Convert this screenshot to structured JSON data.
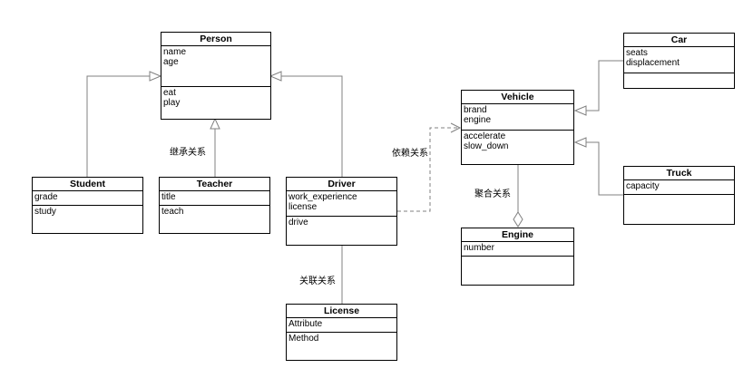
{
  "classes": {
    "person": {
      "name": "Person",
      "attributes": [
        "name",
        "age"
      ],
      "methods": [
        "eat",
        "play"
      ]
    },
    "student": {
      "name": "Student",
      "attributes": [
        "grade"
      ],
      "methods": [
        "study"
      ]
    },
    "teacher": {
      "name": "Teacher",
      "attributes": [
        "title"
      ],
      "methods": [
        "teach"
      ]
    },
    "driver": {
      "name": "Driver",
      "attributes": [
        "work_experience",
        "license"
      ],
      "methods": [
        "drive"
      ]
    },
    "license": {
      "name": "License",
      "attributes": [
        "Attribute"
      ],
      "methods": [
        "Method"
      ]
    },
    "vehicle": {
      "name": "Vehicle",
      "attributes": [
        "brand",
        "engine"
      ],
      "methods": [
        "accelerate",
        "slow_down"
      ]
    },
    "engine": {
      "name": "Engine",
      "attributes": [
        "number"
      ],
      "methods": []
    },
    "car": {
      "name": "Car",
      "attributes": [
        "seats",
        "displacement"
      ],
      "methods": []
    },
    "truck": {
      "name": "Truck",
      "attributes": [
        "capacity"
      ],
      "methods": []
    }
  },
  "relations": {
    "inheritance_label": "继承关系",
    "dependency_label": "依赖关系",
    "aggregation_label": "聚合关系",
    "association_label": "关联关系"
  }
}
